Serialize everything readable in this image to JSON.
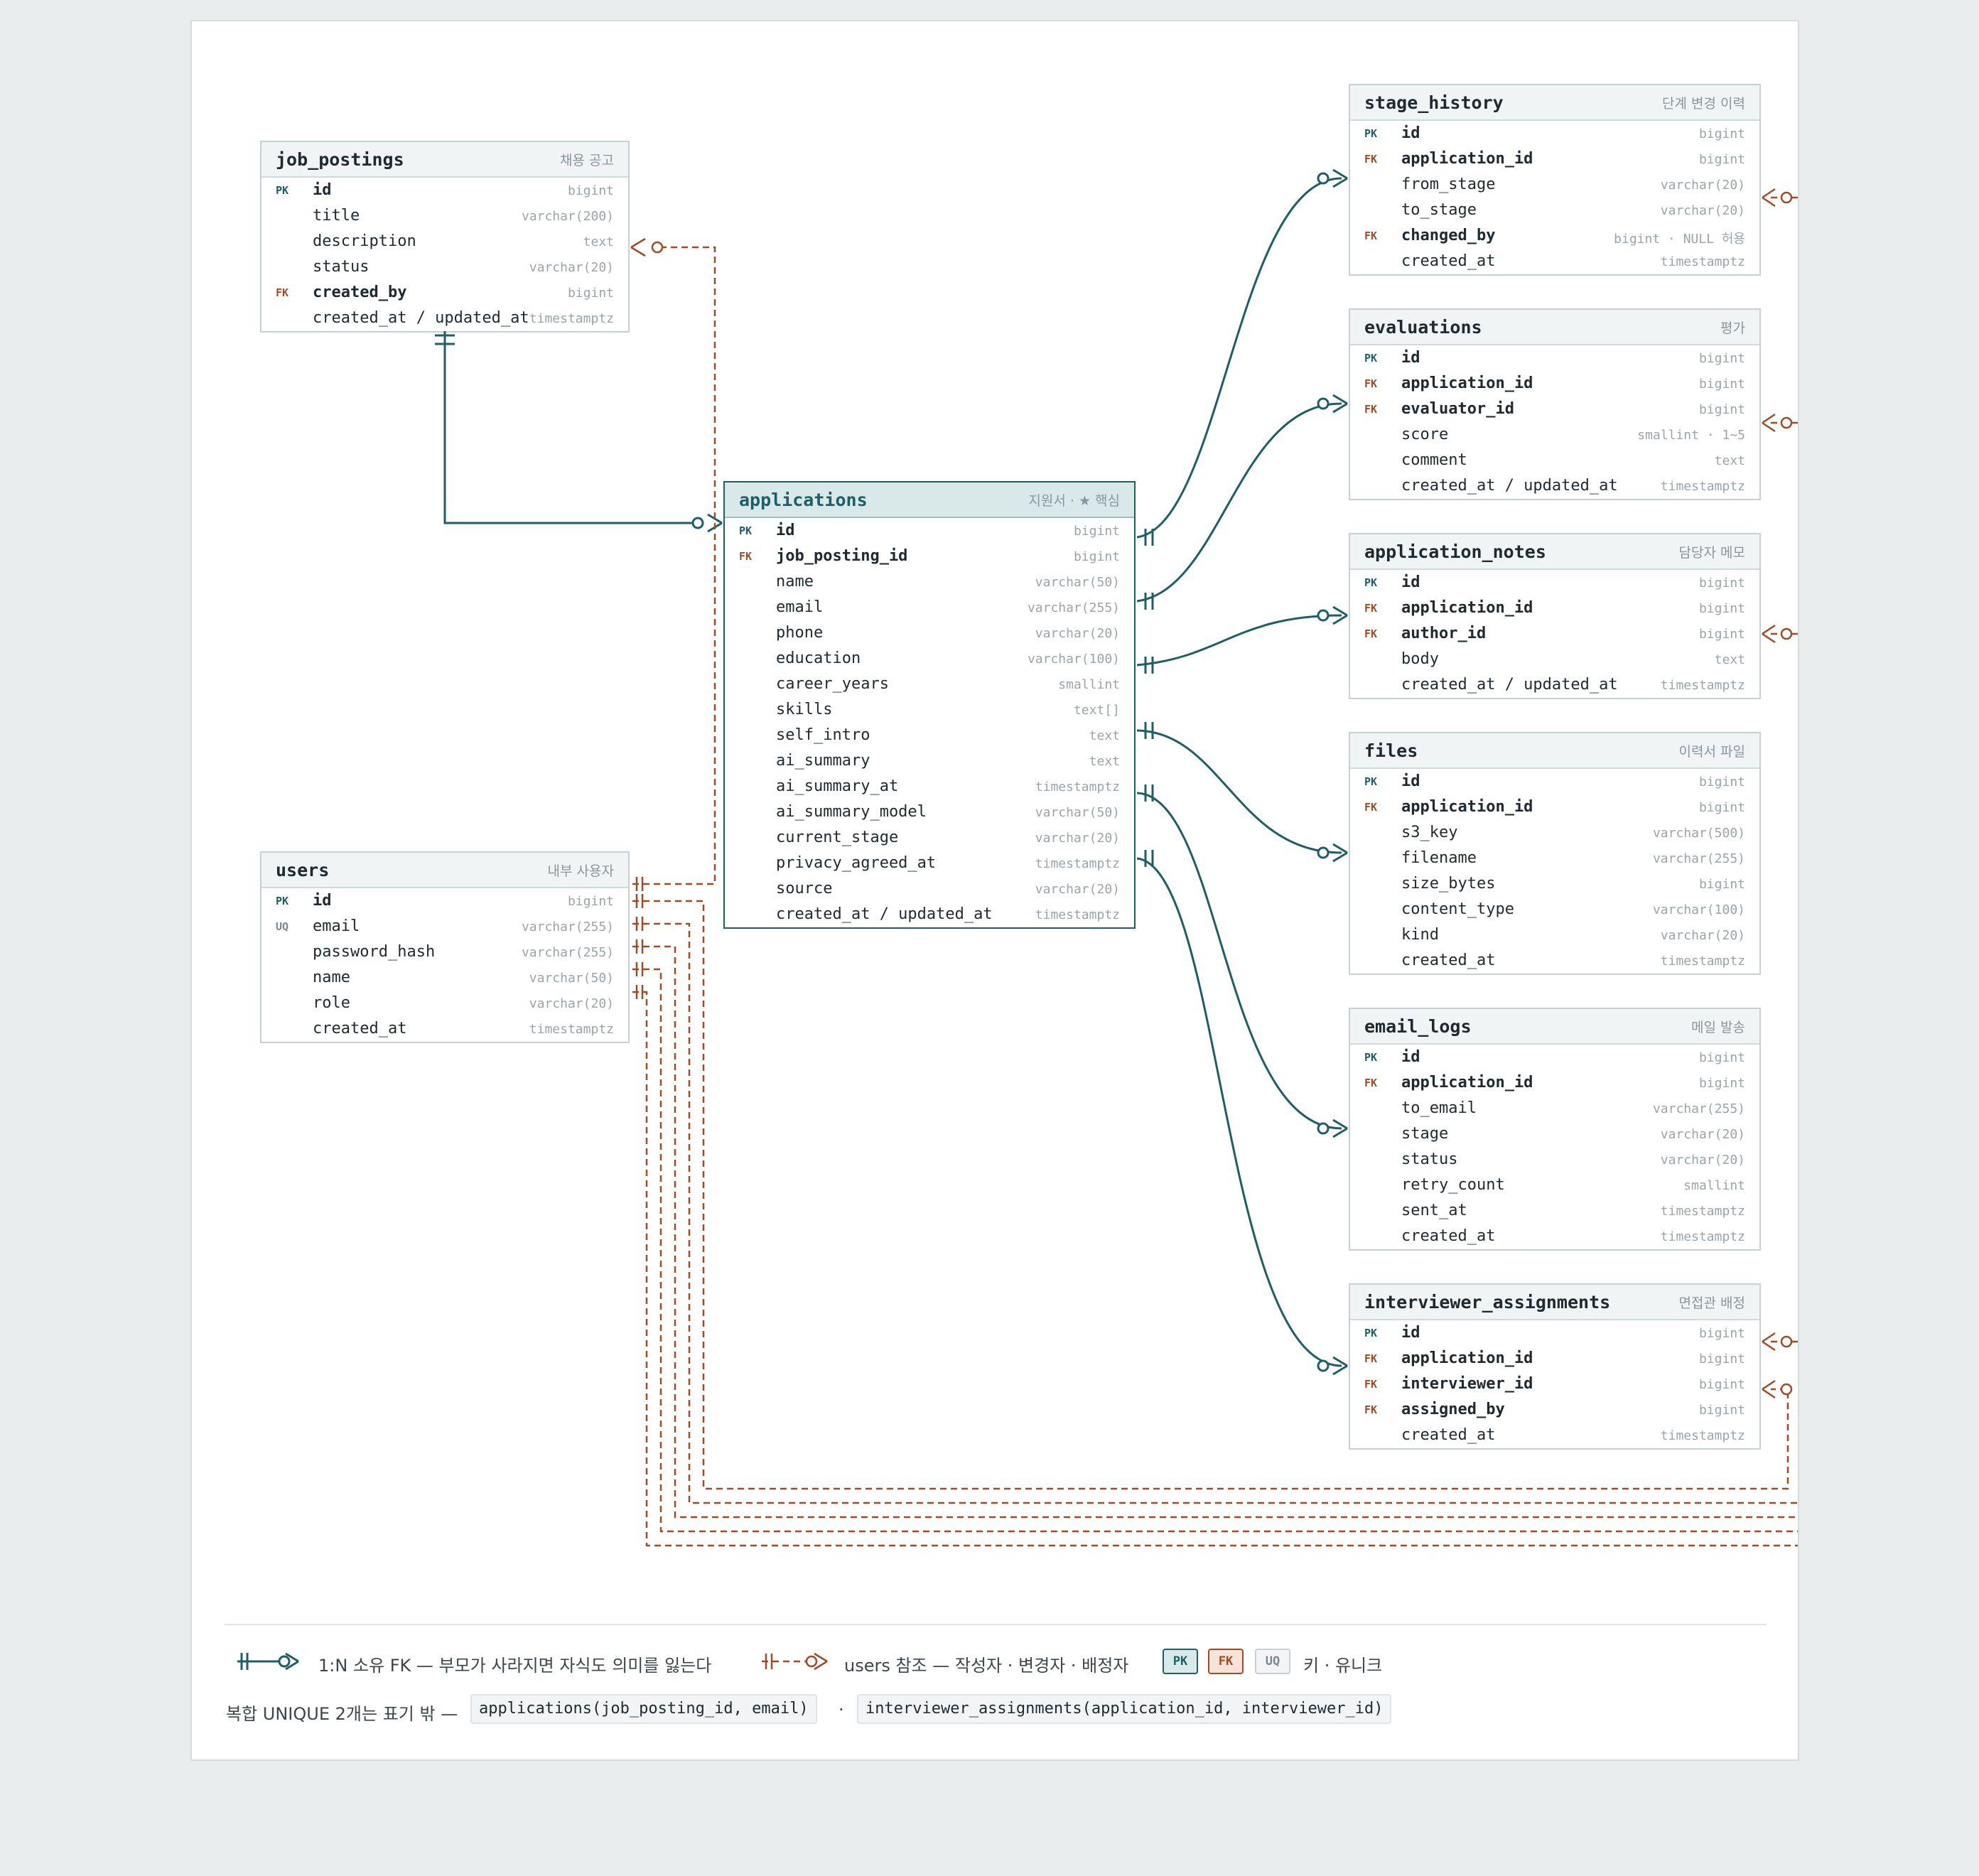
{
  "tables": {
    "job_postings": {
      "name": "job_postings",
      "note": "채용 공고",
      "rows": [
        {
          "key": "PK",
          "name": "id",
          "type": "bigint"
        },
        {
          "key": "",
          "name": "title",
          "type": "varchar(200)"
        },
        {
          "key": "",
          "name": "description",
          "type": "text"
        },
        {
          "key": "",
          "name": "status",
          "type": "varchar(20)"
        },
        {
          "key": "FK",
          "name": "created_by",
          "type": "bigint"
        },
        {
          "key": "",
          "name": "created_at / updated_at",
          "type": "timestamptz"
        }
      ]
    },
    "users": {
      "name": "users",
      "note": "내부 사용자",
      "rows": [
        {
          "key": "PK",
          "name": "id",
          "type": "bigint"
        },
        {
          "key": "UQ",
          "name": "email",
          "type": "varchar(255)"
        },
        {
          "key": "",
          "name": "password_hash",
          "type": "varchar(255)"
        },
        {
          "key": "",
          "name": "name",
          "type": "varchar(50)"
        },
        {
          "key": "",
          "name": "role",
          "type": "varchar(20)"
        },
        {
          "key": "",
          "name": "created_at",
          "type": "timestamptz"
        }
      ]
    },
    "applications": {
      "name": "applications",
      "note": "지원서 · ★ 핵심",
      "rows": [
        {
          "key": "PK",
          "name": "id",
          "type": "bigint"
        },
        {
          "key": "FK",
          "name": "job_posting_id",
          "type": "bigint"
        },
        {
          "key": "",
          "name": "name",
          "type": "varchar(50)"
        },
        {
          "key": "",
          "name": "email",
          "type": "varchar(255)"
        },
        {
          "key": "",
          "name": "phone",
          "type": "varchar(20)"
        },
        {
          "key": "",
          "name": "education",
          "type": "varchar(100)"
        },
        {
          "key": "",
          "name": "career_years",
          "type": "smallint"
        },
        {
          "key": "",
          "name": "skills",
          "type": "text[]"
        },
        {
          "key": "",
          "name": "self_intro",
          "type": "text"
        },
        {
          "key": "",
          "name": "ai_summary",
          "type": "text"
        },
        {
          "key": "",
          "name": "ai_summary_at",
          "type": "timestamptz"
        },
        {
          "key": "",
          "name": "ai_summary_model",
          "type": "varchar(50)"
        },
        {
          "key": "",
          "name": "current_stage",
          "type": "varchar(20)"
        },
        {
          "key": "",
          "name": "privacy_agreed_at",
          "type": "timestamptz"
        },
        {
          "key": "",
          "name": "source",
          "type": "varchar(20)"
        },
        {
          "key": "",
          "name": "created_at / updated_at",
          "type": "timestamptz"
        }
      ]
    },
    "stage_history": {
      "name": "stage_history",
      "note": "단계 변경 이력",
      "rows": [
        {
          "key": "PK",
          "name": "id",
          "type": "bigint"
        },
        {
          "key": "FK",
          "name": "application_id",
          "type": "bigint"
        },
        {
          "key": "",
          "name": "from_stage",
          "type": "varchar(20)"
        },
        {
          "key": "",
          "name": "to_stage",
          "type": "varchar(20)"
        },
        {
          "key": "FK",
          "name": "changed_by",
          "type": "bigint · NULL 허용"
        },
        {
          "key": "",
          "name": "created_at",
          "type": "timestamptz"
        }
      ]
    },
    "evaluations": {
      "name": "evaluations",
      "note": "평가",
      "rows": [
        {
          "key": "PK",
          "name": "id",
          "type": "bigint"
        },
        {
          "key": "FK",
          "name": "application_id",
          "type": "bigint"
        },
        {
          "key": "FK",
          "name": "evaluator_id",
          "type": "bigint"
        },
        {
          "key": "",
          "name": "score",
          "type": "smallint · 1~5"
        },
        {
          "key": "",
          "name": "comment",
          "type": "text"
        },
        {
          "key": "",
          "name": "created_at / updated_at",
          "type": "timestamptz"
        }
      ]
    },
    "application_notes": {
      "name": "application_notes",
      "note": "담당자 메모",
      "rows": [
        {
          "key": "PK",
          "name": "id",
          "type": "bigint"
        },
        {
          "key": "FK",
          "name": "application_id",
          "type": "bigint"
        },
        {
          "key": "FK",
          "name": "author_id",
          "type": "bigint"
        },
        {
          "key": "",
          "name": "body",
          "type": "text"
        },
        {
          "key": "",
          "name": "created_at / updated_at",
          "type": "timestamptz"
        }
      ]
    },
    "files": {
      "name": "files",
      "note": "이력서 파일",
      "rows": [
        {
          "key": "PK",
          "name": "id",
          "type": "bigint"
        },
        {
          "key": "FK",
          "name": "application_id",
          "type": "bigint"
        },
        {
          "key": "",
          "name": "s3_key",
          "type": "varchar(500)"
        },
        {
          "key": "",
          "name": "filename",
          "type": "varchar(255)"
        },
        {
          "key": "",
          "name": "size_bytes",
          "type": "bigint"
        },
        {
          "key": "",
          "name": "content_type",
          "type": "varchar(100)"
        },
        {
          "key": "",
          "name": "kind",
          "type": "varchar(20)"
        },
        {
          "key": "",
          "name": "created_at",
          "type": "timestamptz"
        }
      ]
    },
    "email_logs": {
      "name": "email_logs",
      "note": "메일 발송",
      "rows": [
        {
          "key": "PK",
          "name": "id",
          "type": "bigint"
        },
        {
          "key": "FK",
          "name": "application_id",
          "type": "bigint"
        },
        {
          "key": "",
          "name": "to_email",
          "type": "varchar(255)"
        },
        {
          "key": "",
          "name": "stage",
          "type": "varchar(20)"
        },
        {
          "key": "",
          "name": "status",
          "type": "varchar(20)"
        },
        {
          "key": "",
          "name": "retry_count",
          "type": "smallint"
        },
        {
          "key": "",
          "name": "sent_at",
          "type": "timestamptz"
        },
        {
          "key": "",
          "name": "created_at",
          "type": "timestamptz"
        }
      ]
    },
    "interviewer_assignments": {
      "name": "interviewer_assignments",
      "note": "면접관 배정",
      "rows": [
        {
          "key": "PK",
          "name": "id",
          "type": "bigint"
        },
        {
          "key": "FK",
          "name": "application_id",
          "type": "bigint"
        },
        {
          "key": "FK",
          "name": "interviewer_id",
          "type": "bigint"
        },
        {
          "key": "FK",
          "name": "assigned_by",
          "type": "bigint"
        },
        {
          "key": "",
          "name": "created_at",
          "type": "timestamptz"
        }
      ]
    }
  },
  "legend": {
    "ownership": "1:N 소유 FK — 부모가 사라지면 자식도 의미를 잃는다",
    "users_ref": "users 참조 — 작성자 · 변경자 · 배정자",
    "badge_pk": "PK",
    "badge_fk": "FK",
    "badge_uq": "UQ",
    "keys": "키 · 유니크",
    "unique_label": "복합 UNIQUE 2개는 표기 밖 —",
    "unique_1": "applications(job_posting_id, email)",
    "separator": "·",
    "unique_2": "interviewer_assignments(application_id, interviewer_id)"
  },
  "colors": {
    "ownership": "#1d5f66",
    "user_ref": "#a24a21",
    "border": "#c8d0d3",
    "core_border": "#1d5f66"
  }
}
